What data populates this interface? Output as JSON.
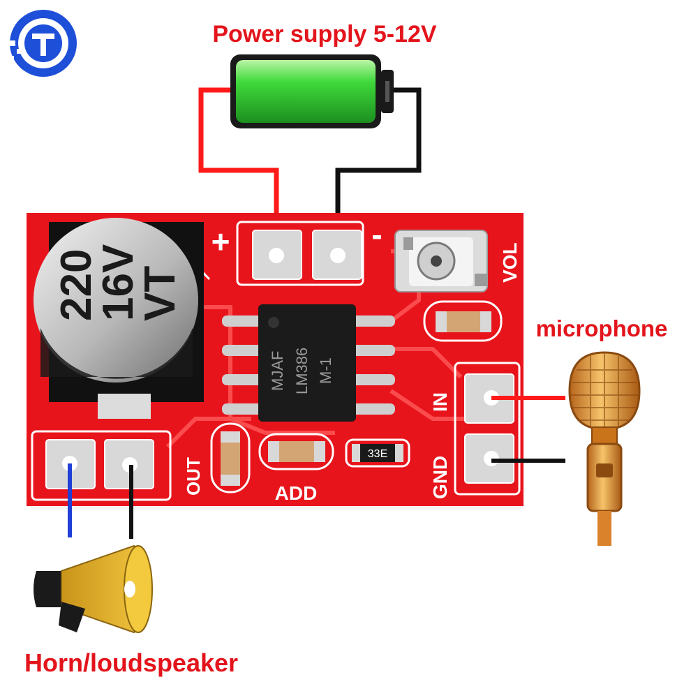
{
  "labels": {
    "power": "Power supply 5-12V",
    "microphone": "microphone",
    "speaker": "Horn/loudspeaker"
  },
  "board": {
    "capacitor": [
      "220",
      "16V",
      "VT"
    ],
    "chip": [
      "MJAF",
      "LM386",
      "M-1"
    ],
    "resistor_code": "33E",
    "silk_plus": "+",
    "silk_minus": "-",
    "silk_vol": "VOL",
    "silk_in": "IN",
    "silk_gnd": "GND",
    "silk_out": "OUT",
    "silk_add": "ADD"
  },
  "colors": {
    "pcb": "#e8141c",
    "wire_positive": "#ff1a1a",
    "wire_ground": "#111111",
    "wire_speaker": "#1f3fd6",
    "label": "#e3141b",
    "battery": "#2ecc40",
    "mic": "#e08a1e",
    "horn": "#e8b424"
  },
  "icons": [
    "brand-logo-icon",
    "battery-icon",
    "microphone-icon",
    "loudspeaker-icon"
  ]
}
